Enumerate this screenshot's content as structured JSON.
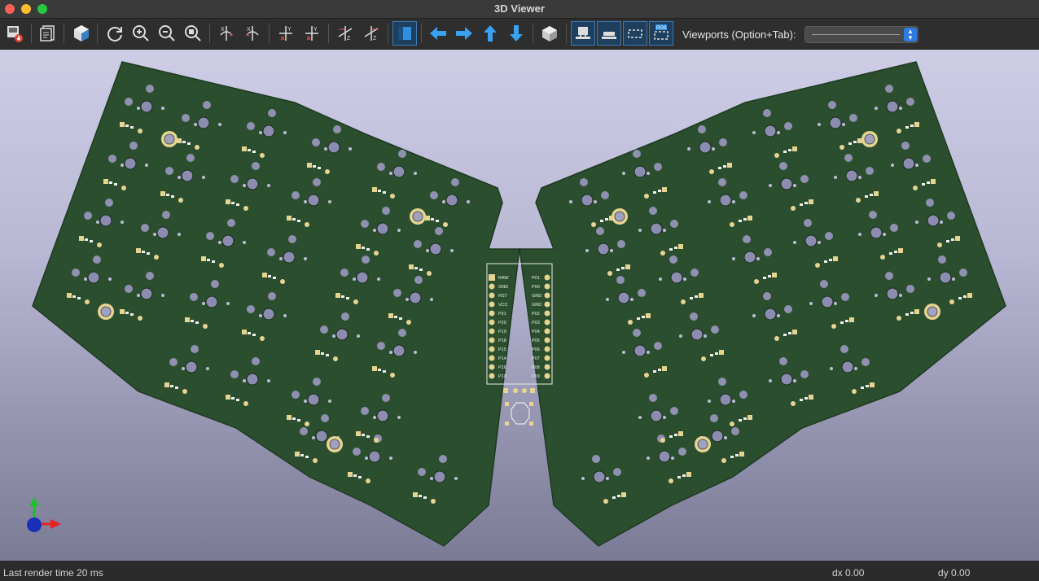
{
  "window": {
    "title": "3D Viewer"
  },
  "toolbar": {
    "viewports_label": "Viewports (Option+Tab):",
    "viewports_value": "",
    "icons": [
      "export-image-icon",
      "copy-icon",
      "render-mode-icon",
      "reload-icon",
      "zoom-in-icon",
      "zoom-out-icon",
      "zoom-fit-icon",
      "rotate-x-cw-icon",
      "rotate-x-ccw-icon",
      "rotate-y-cw-icon",
      "rotate-y-ccw-icon",
      "rotate-z-cw-icon",
      "rotate-z-ccw-icon",
      "orthographic-icon",
      "pan-left-icon",
      "pan-right-icon",
      "pan-up-icon",
      "pan-down-icon",
      "bounding-box-icon",
      "show-tht-icon",
      "show-smd-icon",
      "show-virtual-icon",
      "show-not-in-pos-icon"
    ]
  },
  "mcu": {
    "left_pins": [
      "RAW",
      "GND",
      "RST",
      "VCC",
      "P21",
      "P20",
      "P19",
      "P18",
      "P15",
      "P14",
      "P16",
      "P10"
    ],
    "right_pins": [
      "P01",
      "P00",
      "GND",
      "GND",
      "P02",
      "P03",
      "P04",
      "P05",
      "P06",
      "P07",
      "P08",
      "P09"
    ]
  },
  "axes": {
    "x_color": "#e82020",
    "y_color": "#1fbf2a",
    "z_color": "#1c2fb8"
  },
  "pcb": {
    "board_color": "#2a4e2e",
    "pad_color": "#e6d592"
  },
  "status": {
    "render_time": "Last render time 20 ms",
    "dx": "dx 0.00",
    "dy": "dy 0.00"
  }
}
